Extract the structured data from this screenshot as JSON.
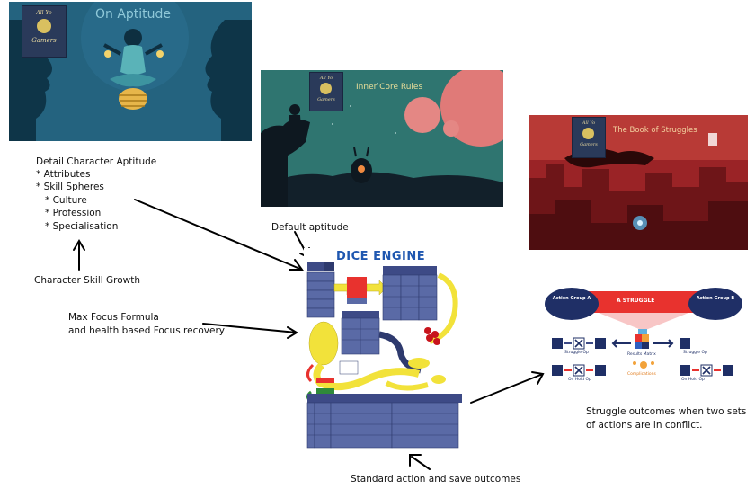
{
  "panels": {
    "aptitude": {
      "title": "On Aptitude",
      "logo_line1": "All Yo",
      "logo_line2": "Gamers"
    },
    "inner_core": {
      "title": "Inner Core Rules",
      "logo_line1": "All Yo",
      "logo_line2": "Gamers"
    },
    "struggles": {
      "title": "The Book of Struggles",
      "logo_line1": "All Yo",
      "logo_line2": "Gamers"
    }
  },
  "notes": {
    "detail_title": "Detail Character Aptitude",
    "detail_items": [
      "* Attributes",
      "* Skill Spheres",
      "* Culture",
      "* Profession",
      "* Specialisation"
    ],
    "skill_growth": "Character Skill Growth",
    "default_aptitude": "Default aptitude",
    "focus_line1": "Max Focus Formula",
    "focus_line2": "and health based Focus recovery",
    "standard_action": "Standard action and save outcomes",
    "struggle_line1": "Struggle outcomes when two sets",
    "struggle_line2": "of actions are in conflict."
  },
  "dice_engine": {
    "title": "DICE ENGINE"
  },
  "struggle_diagram": {
    "group_a": "Action Group A",
    "group_b": "Action Group B",
    "banner": "A STRUGGLE",
    "struggle_op_left": "Struggle Op",
    "struggle_op_right": "Struggle Op",
    "results_matrix": "Results Matrix",
    "complications": "Complications",
    "on_hold_left": "On Hold Op",
    "on_hold_right": "On Hold Op"
  },
  "colors": {
    "aptitude_bg": "#1f5a74",
    "inner_core_bg": "#2a6a6a",
    "struggles_bg": "#8a1f22",
    "table_blue": "#5a6aa6",
    "arrow_yellow": "#f2e23a",
    "group_navy": "#1f2f66",
    "banner_red": "#e8322e"
  }
}
